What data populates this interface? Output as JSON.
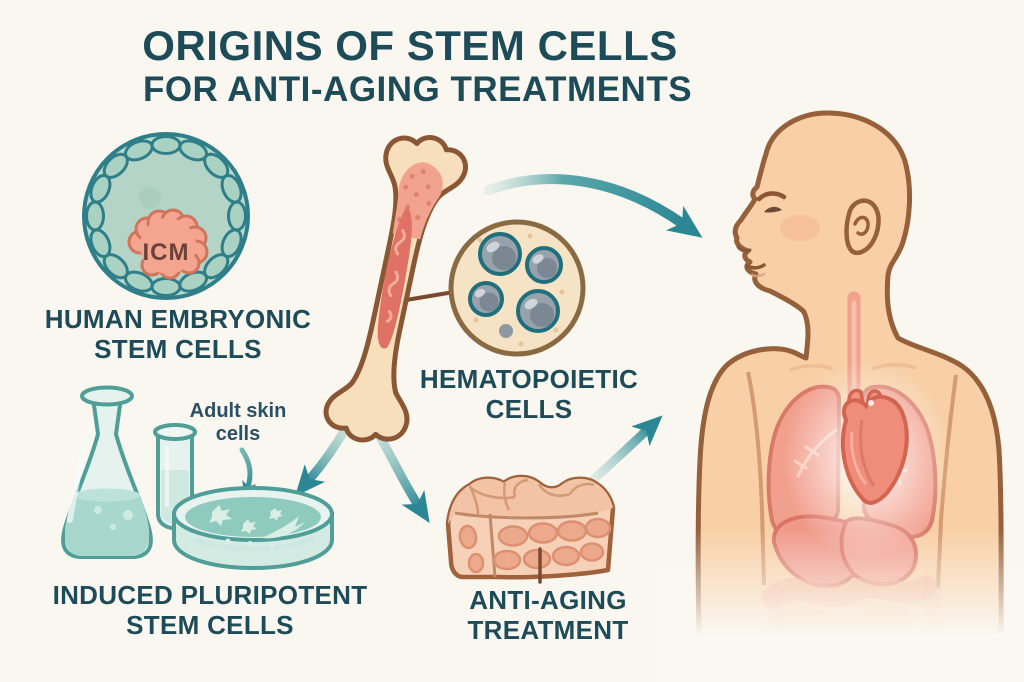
{
  "title": {
    "line1": "ORIGINS OF STEM CELLS",
    "line2": "FOR ANTI-AGING TREATMENTS"
  },
  "labels": {
    "embryonic": {
      "line1": "HUMAN EMBRYONIC",
      "line2": "STEM CELLS"
    },
    "icm": "ICM",
    "hematopoietic": {
      "line1": "HEMATOPOIETIC",
      "line2": "CELLS"
    },
    "adult_skin": {
      "line1": "Adult skin",
      "line2": "cells"
    },
    "ipsc": {
      "line1": "INDUCED PLURIPOTENT",
      "line2": "STEM CELLS"
    },
    "treatment": {
      "line1": "ANTI-AGING",
      "line2": "TREATMENT"
    }
  },
  "figures": {
    "blastocyst": "human embryonic stem cell blastocyst with inner cell mass",
    "bone": "long bone with red marrow",
    "hema_circle": "magnified hematopoietic cells",
    "lab": "erlenmeyer flask, test tube and petri dish with cultured cells",
    "skin_block": "skin tissue cross-section",
    "body": "human body profile with lungs, heart, liver, stomach and intestines"
  },
  "colors": {
    "background": "#faf7f0",
    "title_text": "#1d4b58",
    "caption_text": "#1d4b58",
    "annotation_text": "#2a5066",
    "icm_text": "#6b4237",
    "arrow_teal": "#2b8794",
    "blastocyst_ring": "#2e7f8a",
    "blastocyst_fill": "#bcd9cd",
    "icm_salmon": "#f4a590",
    "bone_cream": "#f7dfbd",
    "marrow_red": "#df7265",
    "outline_brown": "#8a5734",
    "cell_gray": "#97a2ac",
    "glass_teal": "#e6f2ed",
    "liquid_teal": "#8fcabf",
    "skin_block_peach": "#f6d1b8",
    "body_skin": "#f8cfa6",
    "organ_salmon": "#f2a08e"
  }
}
